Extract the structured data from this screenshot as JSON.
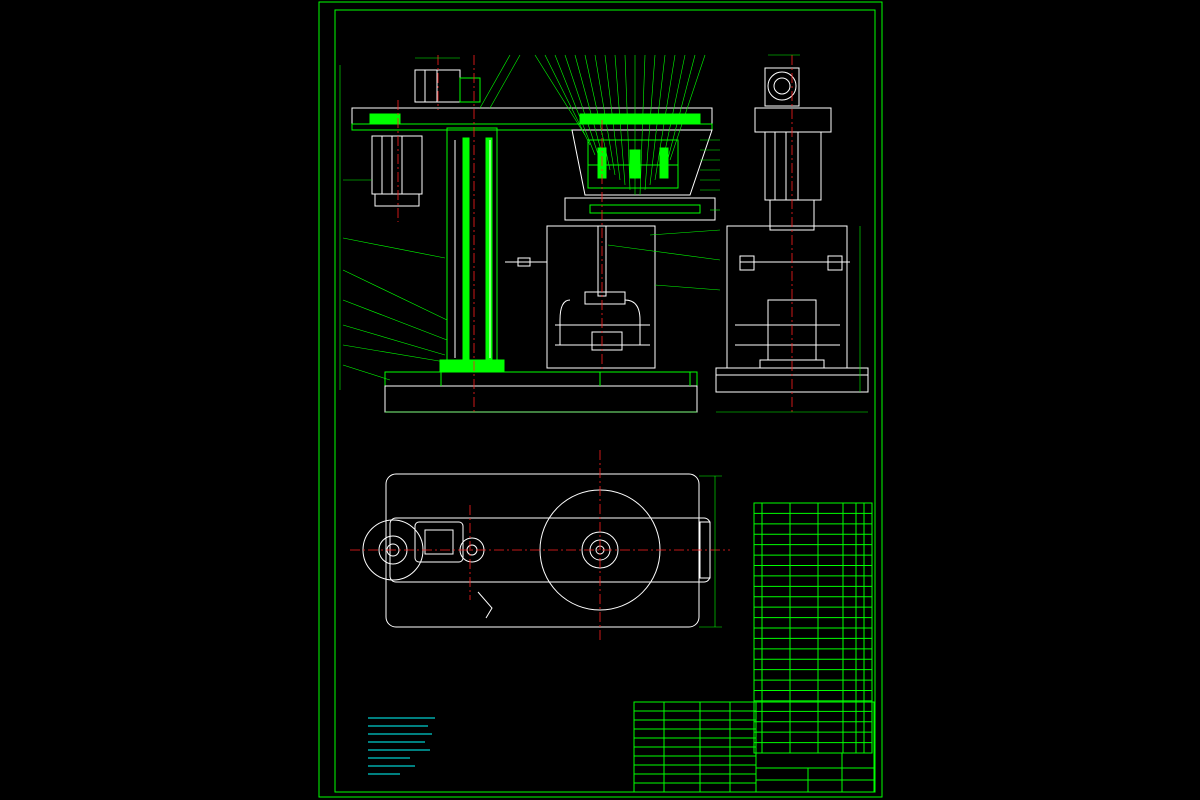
{
  "canvas": {
    "background": "#000000",
    "frame_color": "#00ff00",
    "line_color": "#ffffff",
    "center_line_color": "#ff2020",
    "note_color": "#00ffff"
  },
  "views": {
    "front": "front-elevation",
    "side": "side-elevation",
    "top": "plan-view"
  },
  "dimension_values": [
    "",
    "",
    "",
    ""
  ],
  "technical_notes": {
    "title": "",
    "items": [
      "",
      "",
      "",
      "",
      "",
      "",
      ""
    ]
  },
  "title_block": {
    "drawing_name": "",
    "material": "",
    "scale": ""
  },
  "parts_list": {
    "rows": 24
  }
}
